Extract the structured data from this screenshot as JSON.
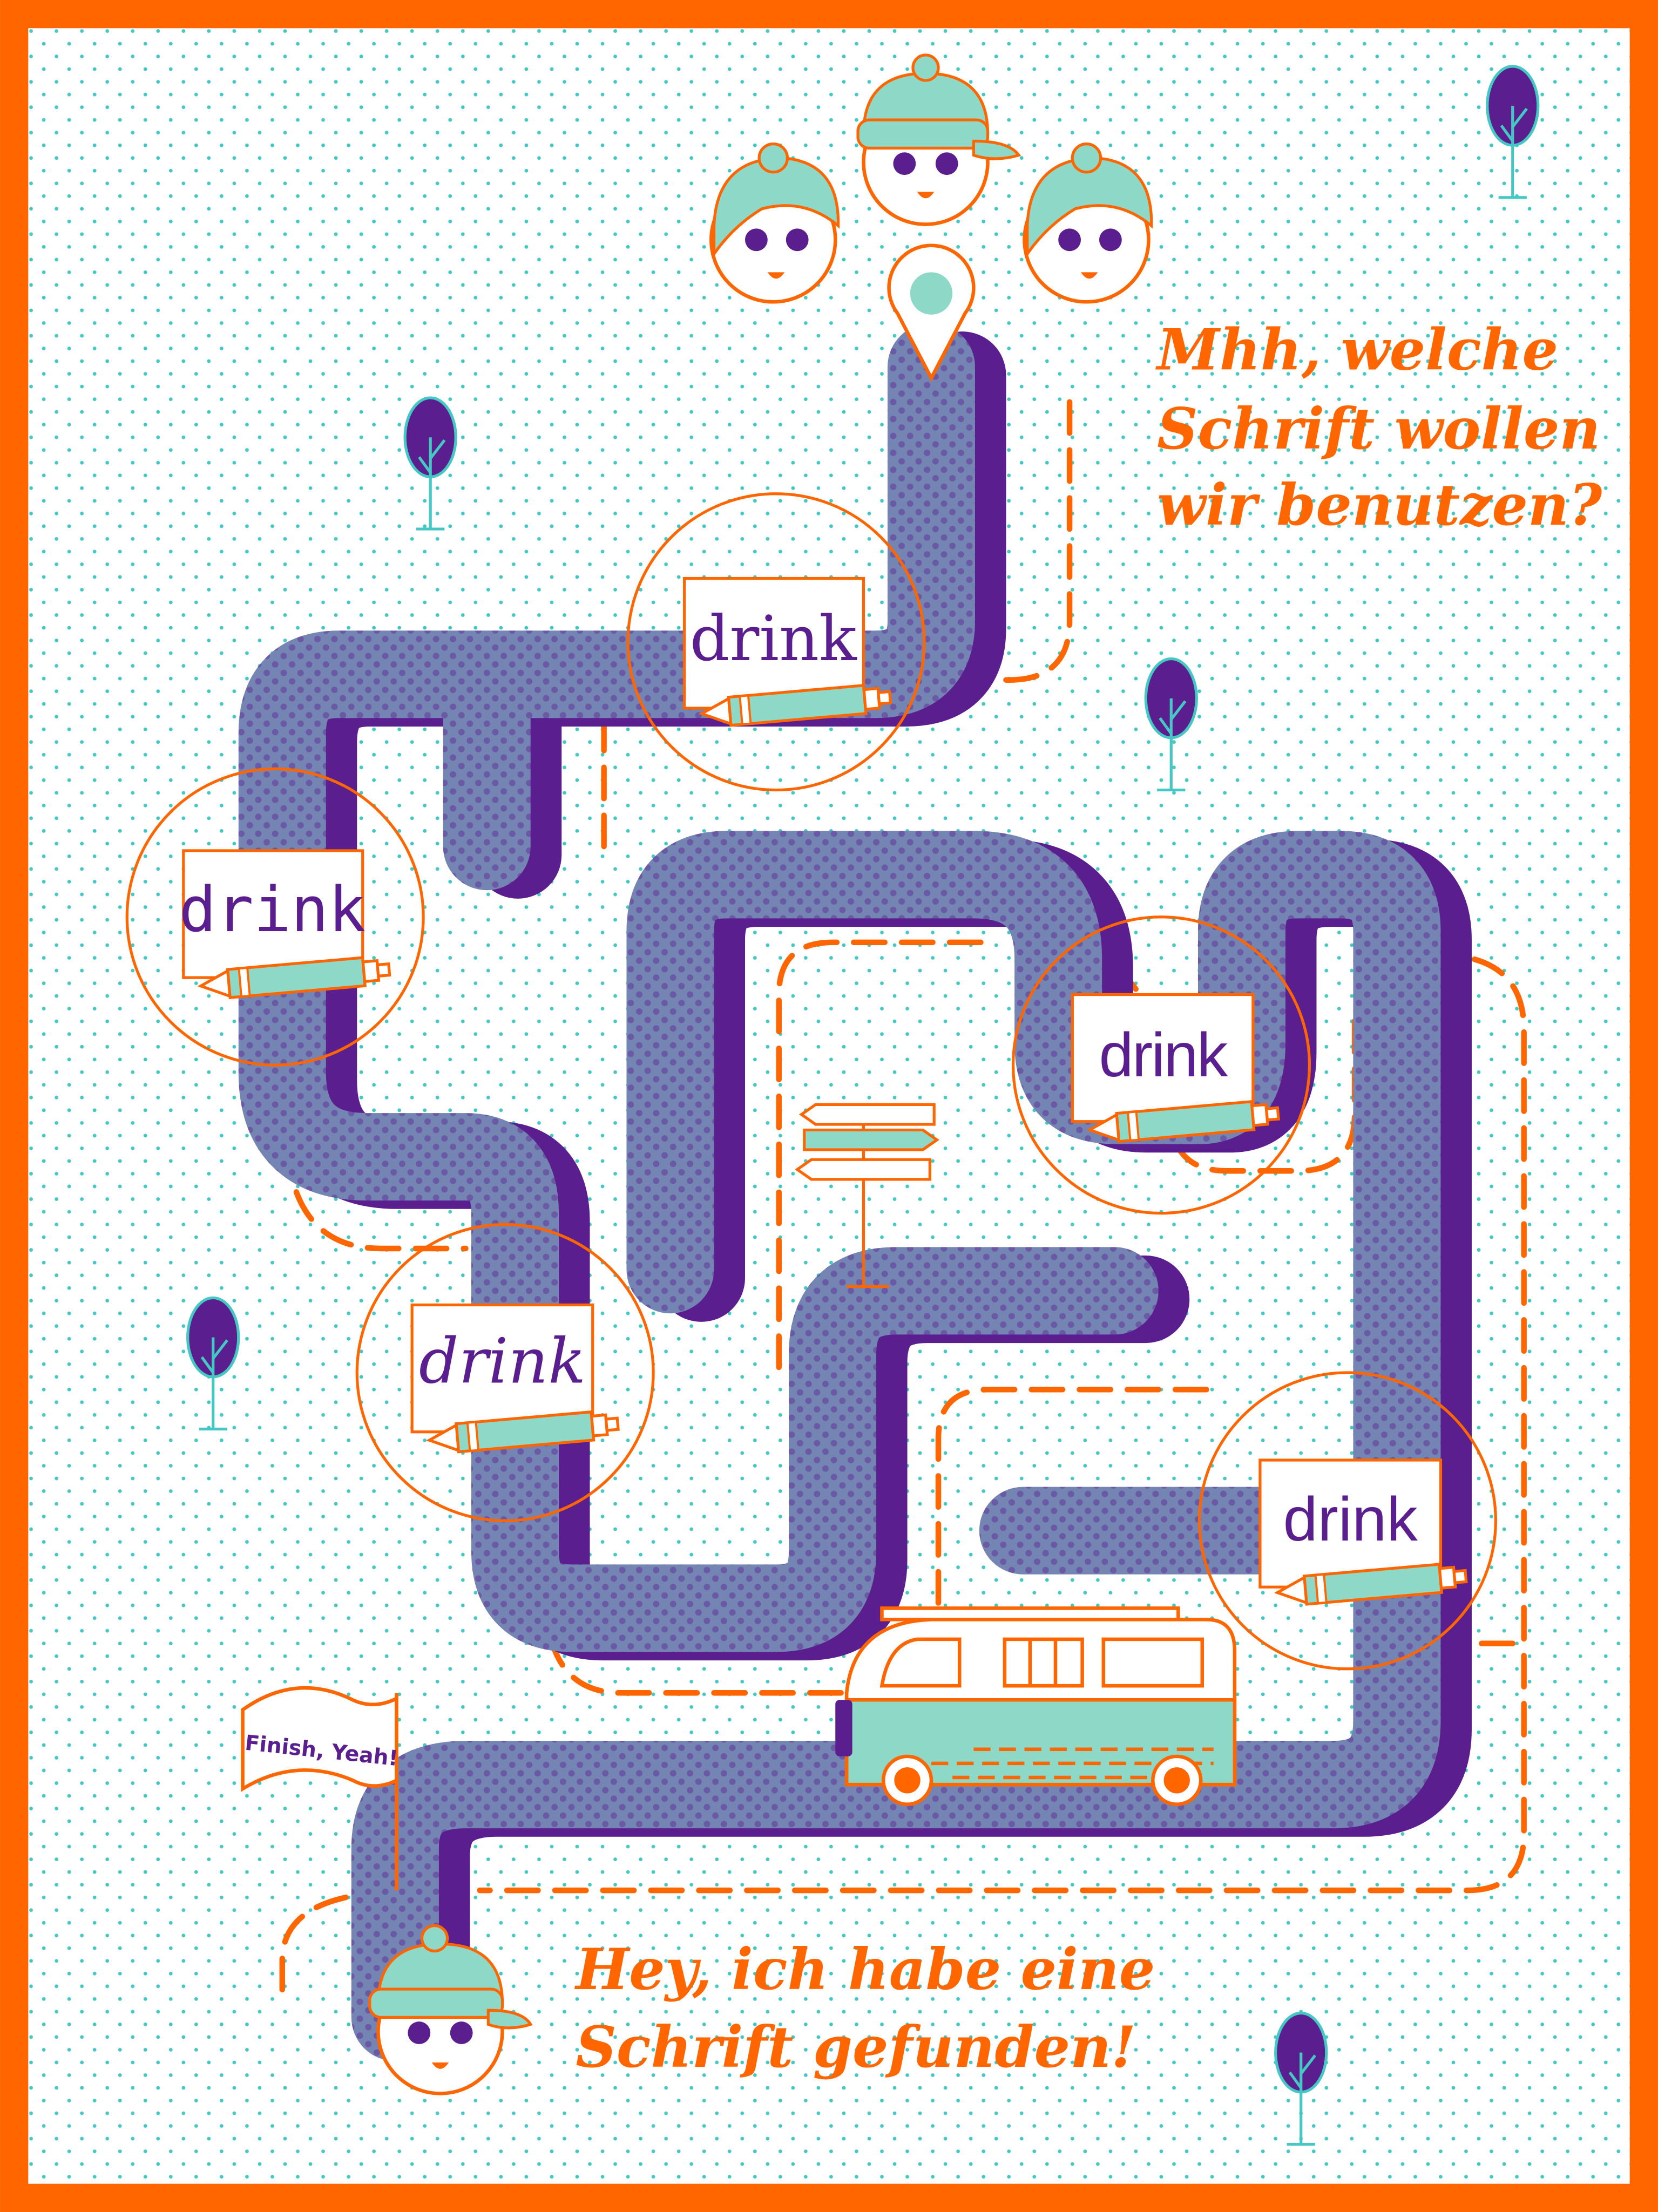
{
  "title_bubble": {
    "lines": [
      "Mhh, welche",
      "Schrift wollen",
      "wir benutzen?"
    ]
  },
  "finish_bubble": {
    "lines": [
      "Hey, ich habe eine",
      "Schrift gefunden!"
    ]
  },
  "flag": {
    "label": "Finish, Yeah!"
  },
  "signs": [
    {
      "label": "drink"
    },
    {
      "label": "drink"
    },
    {
      "label": "drink"
    },
    {
      "label": "drink"
    },
    {
      "label": "drink"
    }
  ],
  "colors": {
    "frame": "#FF6600",
    "purple": "#5B1E8F",
    "road": "#7585B3",
    "mint": "#8ED8C8",
    "dots": "#45C8C4"
  }
}
